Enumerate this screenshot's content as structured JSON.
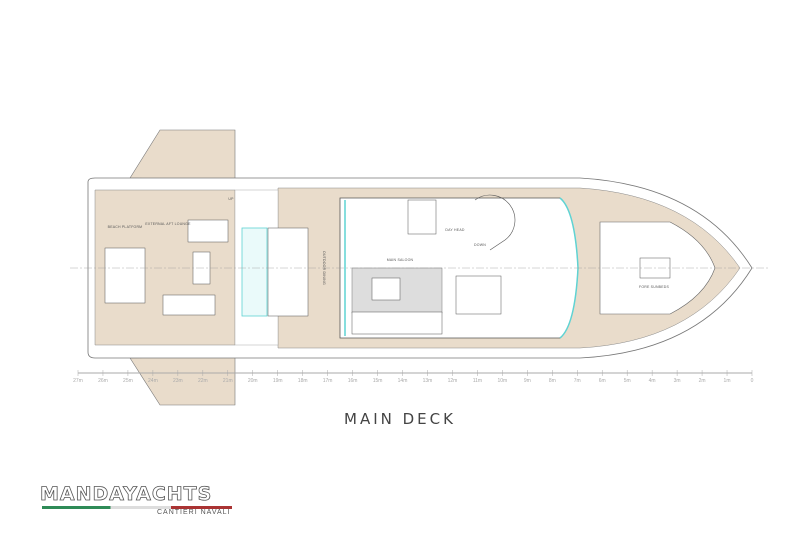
{
  "drawing": {
    "title": "MAIN DECK",
    "labels": {
      "beach_platform": "BEACH PLATFORM",
      "aft_lounge": "EXTERNAL AFT LOUNGE",
      "outdoor_dining": "OUTDOOR DINING",
      "main_saloon": "MAIN SALOON",
      "day_head": "DAY HEAD",
      "down": "DOWN",
      "up": "UP",
      "fore_sunbeds": "FORE SUNBEDS"
    },
    "scale_ticks": [
      "27m",
      "26m",
      "25m",
      "24m",
      "23m",
      "22m",
      "21m",
      "20m",
      "19m",
      "18m",
      "17m",
      "16m",
      "15m",
      "14m",
      "13m",
      "12m",
      "11m",
      "10m",
      "9m",
      "8m",
      "7m",
      "6m",
      "5m",
      "4m",
      "3m",
      "2m",
      "1m",
      "0"
    ]
  },
  "logo": {
    "name": "MANDAYACHTS",
    "tagline": "CANTIERI NAVALI"
  },
  "colors": {
    "teak": "#e9dccb",
    "glass": "#5fd3d3",
    "line": "#666666",
    "flag_green": "#2e8b57",
    "flag_red": "#aa3333"
  }
}
